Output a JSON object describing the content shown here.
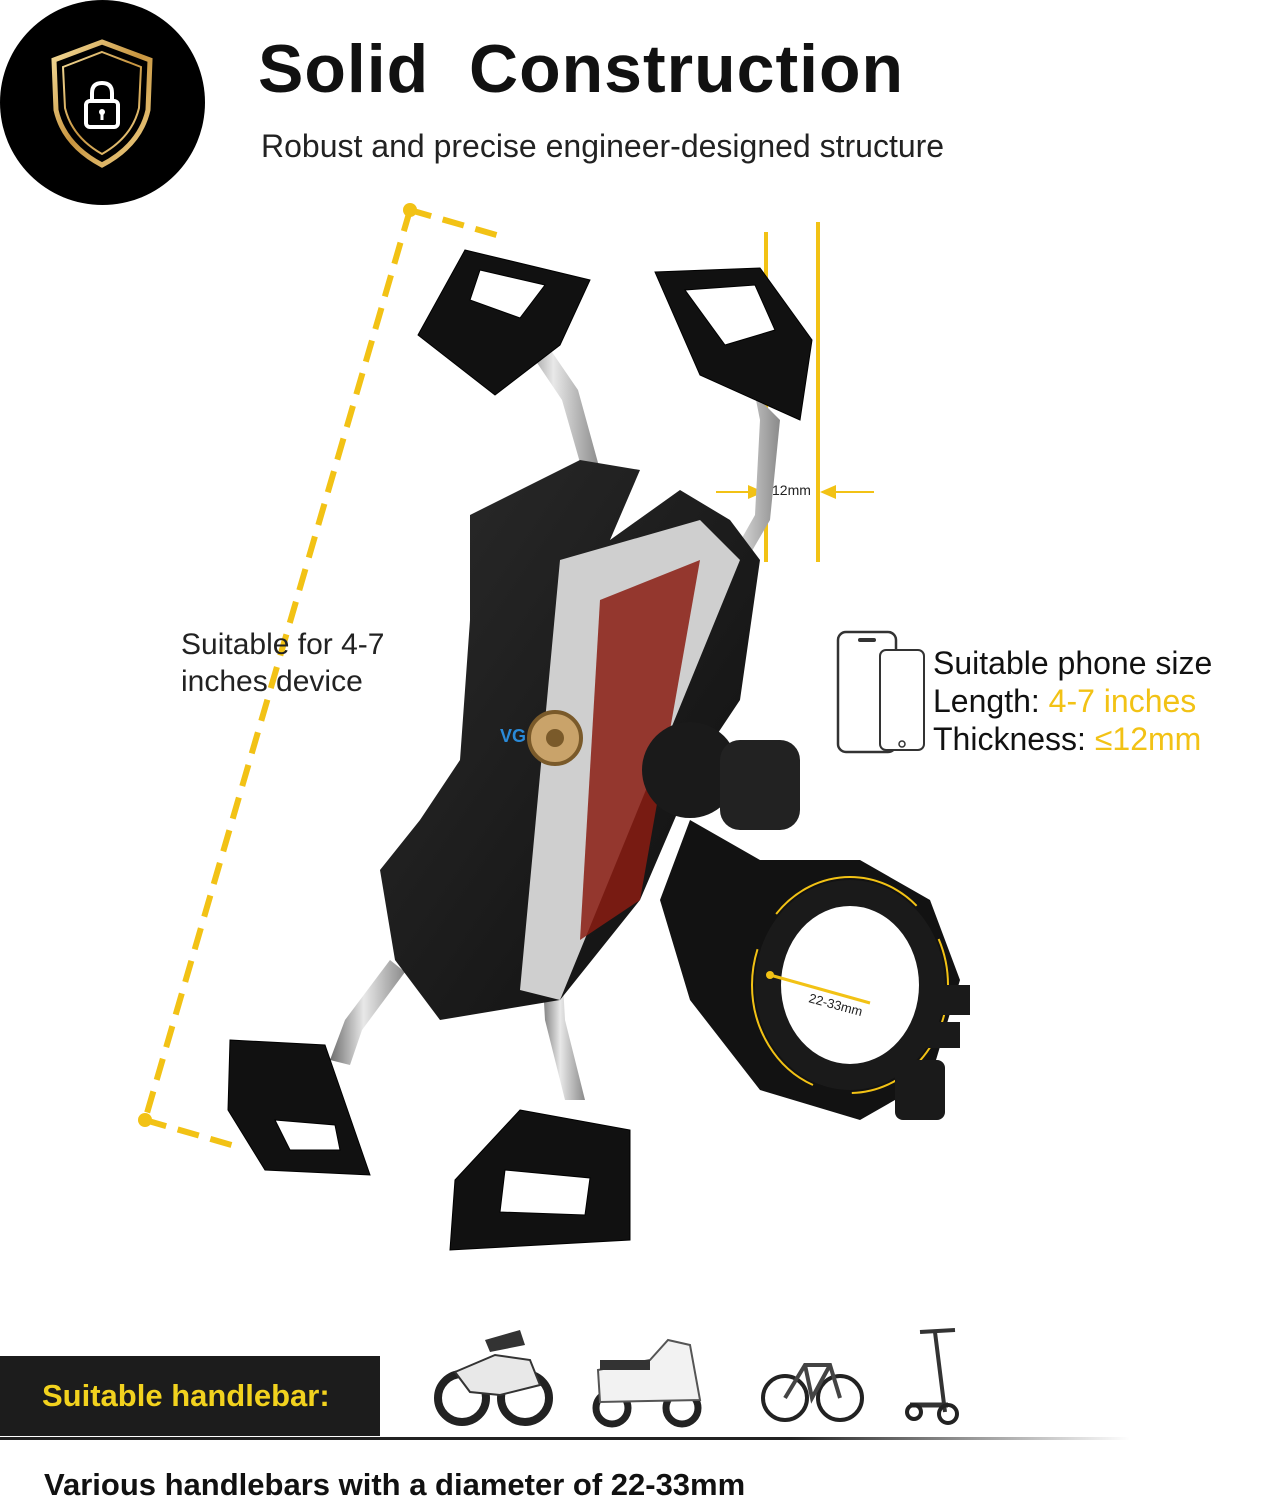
{
  "header": {
    "title": "Solid  Construction",
    "subtitle": "Robust and precise engineer-designed structure"
  },
  "icons": {
    "badge": "shield-lock-icon",
    "phone": "phone-size-icon",
    "vehicles": [
      "motorcycle-icon",
      "scooter-icon",
      "bicycle-icon",
      "kick-scooter-icon"
    ]
  },
  "annotations": {
    "device_line1": "Suitable for 4-7",
    "device_line2": "inches device",
    "thickness_mark": "12mm",
    "diameter_mark": "22-33mm"
  },
  "phone_spec": {
    "heading": "Suitable phone size",
    "length_label": "Length: ",
    "length_value": "4-7 inches",
    "thickness_label": "Thickness: ",
    "thickness_value": "≤12mm"
  },
  "handlebar": {
    "label": "Suitable handlebar:",
    "footer": "Various handlebars with a diameter of 22-33mm"
  },
  "colors": {
    "accent_yellow": "#f2c215",
    "gold": "#d9b25a",
    "dark": "#1c1c1c"
  }
}
